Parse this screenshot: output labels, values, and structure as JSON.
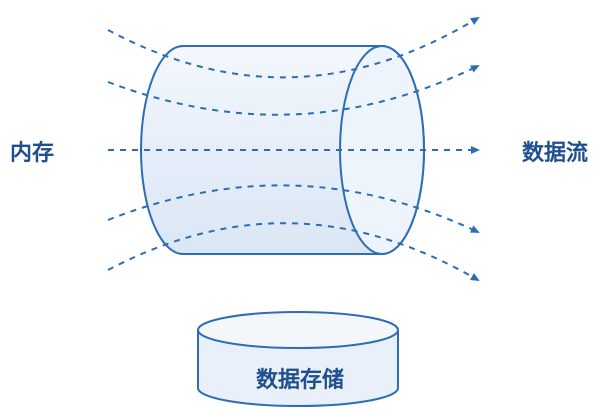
{
  "labels": {
    "memory": "内存",
    "data_stream": "数据流",
    "data_storage": "数据存储"
  },
  "colors": {
    "stroke": "#2d6db5",
    "cylinder_fill": "#eaf1fa",
    "text": "#1f4f8f"
  }
}
